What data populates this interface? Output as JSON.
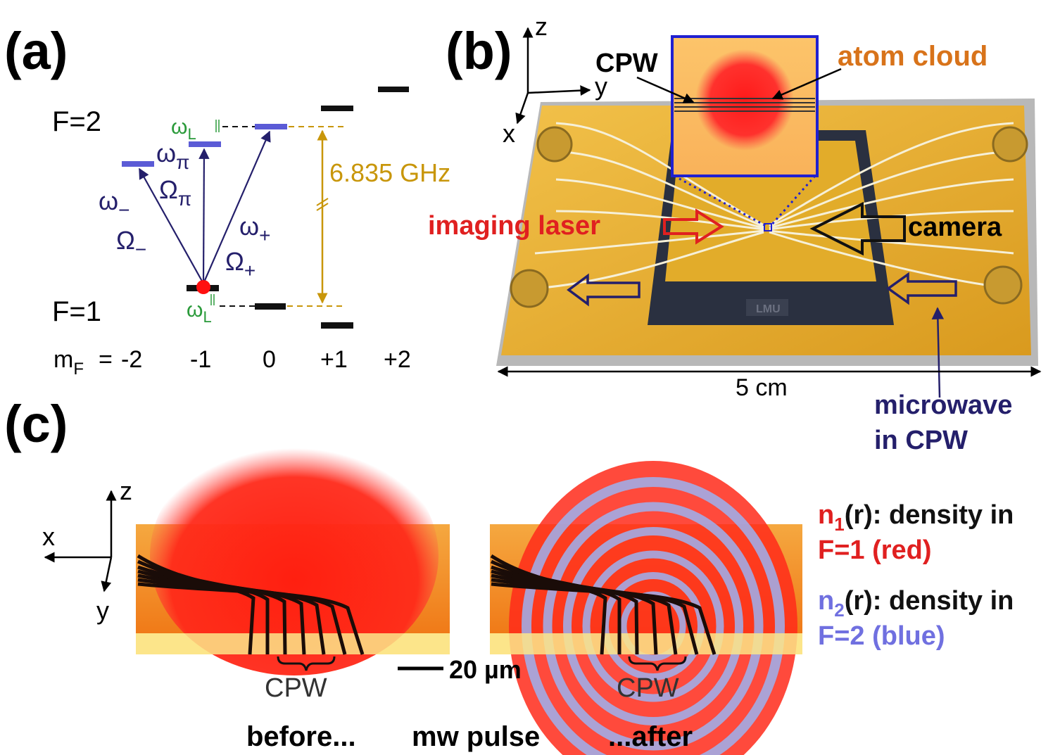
{
  "panel_a": {
    "label": "(a)",
    "level_upper": "F=2",
    "level_lower": "F=1",
    "mf_prefix": "m",
    "mf_sub": "F",
    "mf_eq": "=",
    "mf_values": [
      "-2",
      "-1",
      "0",
      "+1",
      "+2"
    ],
    "splitting": "6.835 GHz",
    "omega_L_upper": "ω",
    "omega_L_lower": "ω",
    "sub_L": "L",
    "w_minus": "ω",
    "W_minus": "Ω",
    "sub_minus": "−",
    "w_pi": "ω",
    "W_pi": "Ω",
    "sub_pi": "π",
    "w_plus": "ω",
    "W_plus": "Ω",
    "sub_plus": "+"
  },
  "panel_b": {
    "label": "(b)",
    "axis_z": "z",
    "axis_y": "y",
    "axis_x": "x",
    "cpw": "CPW",
    "atom_cloud": "atom cloud",
    "imaging_laser": "imaging laser",
    "camera": "camera",
    "size": "5 cm",
    "microwave_1": "microwave",
    "microwave_2": "in CPW",
    "chip_logo": "LMU"
  },
  "panel_c": {
    "label": "(c)",
    "axis_z": "z",
    "axis_x": "x",
    "axis_y": "y",
    "cpw_left": "CPW",
    "cpw_right": "CPW",
    "scale": "20 µm",
    "before": "before...",
    "mw_pulse": "mw pulse",
    "after": "...after",
    "n1": "n",
    "n1_sub": "1",
    "n1_rest": "(r): density in",
    "n1_line2": "F=1 (red)",
    "n2": "n",
    "n2_sub": "2",
    "n2_rest": "(r): density in",
    "n2_line2": "F=2 (blue)"
  },
  "colors": {
    "navy": "#241f6b",
    "level_blue": "#5b5bd6",
    "gold_text": "#c8960a",
    "green": "#2a9a3a",
    "orange": "#d8731a",
    "red_label": "#e02020",
    "blue_label": "#7070e0",
    "inset_border": "#2020d0"
  }
}
